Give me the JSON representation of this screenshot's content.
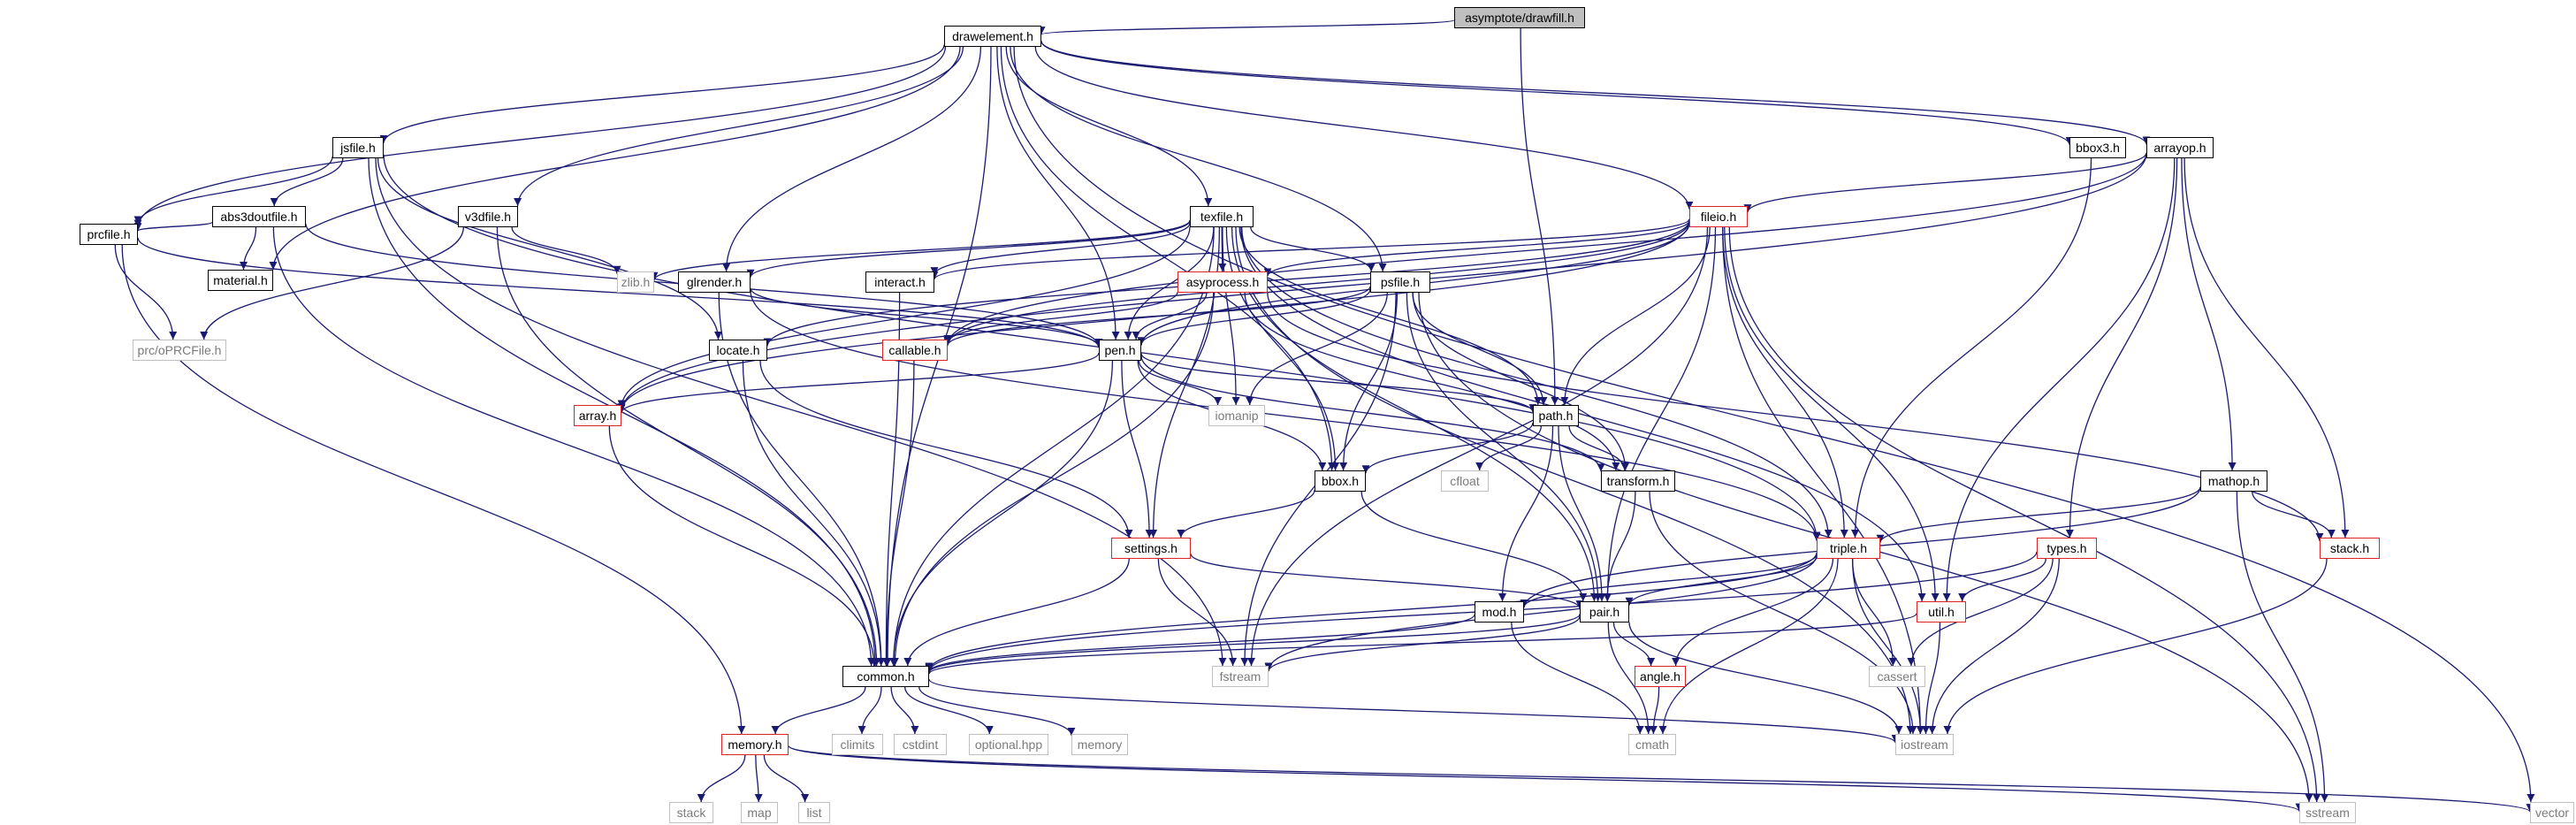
{
  "diagram": {
    "root": "asymptote/drawfill.h",
    "colors": {
      "edge": "#191970",
      "internal_border": "#000000",
      "truncated_border": "#e0232a",
      "external_border": "#bfbfbf",
      "external_text": "#7a7a7a",
      "root_fill": "#bfbfbf"
    },
    "nodes": [
      {
        "id": "drawfill",
        "label": "asymptote/drawfill.h",
        "kind": "root"
      },
      {
        "id": "drawelement",
        "label": "drawelement.h",
        "kind": "internal"
      },
      {
        "id": "jsfile",
        "label": "jsfile.h",
        "kind": "internal"
      },
      {
        "id": "bbox3",
        "label": "bbox3.h",
        "kind": "internal"
      },
      {
        "id": "arrayop",
        "label": "arrayop.h",
        "kind": "internal"
      },
      {
        "id": "abs3doutfile",
        "label": "abs3doutfile.h",
        "kind": "internal"
      },
      {
        "id": "v3dfile",
        "label": "v3dfile.h",
        "kind": "internal"
      },
      {
        "id": "texfile",
        "label": "texfile.h",
        "kind": "internal"
      },
      {
        "id": "fileio",
        "label": "fileio.h",
        "kind": "truncated"
      },
      {
        "id": "prcfile",
        "label": "prcfile.h",
        "kind": "internal"
      },
      {
        "id": "material",
        "label": "material.h",
        "kind": "internal"
      },
      {
        "id": "zlib",
        "label": "zlib.h",
        "kind": "external"
      },
      {
        "id": "glrender",
        "label": "glrender.h",
        "kind": "internal"
      },
      {
        "id": "interact",
        "label": "interact.h",
        "kind": "internal"
      },
      {
        "id": "asyprocess",
        "label": "asyprocess.h",
        "kind": "truncated"
      },
      {
        "id": "psfile",
        "label": "psfile.h",
        "kind": "internal"
      },
      {
        "id": "locate",
        "label": "locate.h",
        "kind": "internal"
      },
      {
        "id": "callable",
        "label": "callable.h",
        "kind": "truncated"
      },
      {
        "id": "pen",
        "label": "pen.h",
        "kind": "internal"
      },
      {
        "id": "oprc",
        "label": "prc/oPRCFile.h",
        "kind": "external"
      },
      {
        "id": "array",
        "label": "array.h",
        "kind": "truncated"
      },
      {
        "id": "iomanip",
        "label": "iomanip",
        "kind": "external"
      },
      {
        "id": "path",
        "label": "path.h",
        "kind": "internal"
      },
      {
        "id": "bbox",
        "label": "bbox.h",
        "kind": "internal"
      },
      {
        "id": "cfloat",
        "label": "cfloat",
        "kind": "external"
      },
      {
        "id": "transform",
        "label": "transform.h",
        "kind": "internal"
      },
      {
        "id": "mathop",
        "label": "mathop.h",
        "kind": "internal"
      },
      {
        "id": "settings",
        "label": "settings.h",
        "kind": "truncated"
      },
      {
        "id": "triple",
        "label": "triple.h",
        "kind": "truncated"
      },
      {
        "id": "types",
        "label": "types.h",
        "kind": "truncated"
      },
      {
        "id": "stack_h",
        "label": "stack.h",
        "kind": "truncated"
      },
      {
        "id": "mod",
        "label": "mod.h",
        "kind": "internal"
      },
      {
        "id": "pair",
        "label": "pair.h",
        "kind": "internal"
      },
      {
        "id": "util",
        "label": "util.h",
        "kind": "truncated"
      },
      {
        "id": "common",
        "label": "common.h",
        "kind": "internal"
      },
      {
        "id": "fstream",
        "label": "fstream",
        "kind": "external"
      },
      {
        "id": "angle",
        "label": "angle.h",
        "kind": "truncated"
      },
      {
        "id": "cassert",
        "label": "cassert",
        "kind": "external"
      },
      {
        "id": "climits",
        "label": "climits",
        "kind": "external"
      },
      {
        "id": "cstdint",
        "label": "cstdint",
        "kind": "external"
      },
      {
        "id": "optional",
        "label": "optional.hpp",
        "kind": "external"
      },
      {
        "id": "memory_std",
        "label": "memory",
        "kind": "external"
      },
      {
        "id": "memory_h",
        "label": "memory.h",
        "kind": "truncated"
      },
      {
        "id": "cmath",
        "label": "cmath",
        "kind": "external"
      },
      {
        "id": "iostream",
        "label": "iostream",
        "kind": "external"
      },
      {
        "id": "stack",
        "label": "stack",
        "kind": "external"
      },
      {
        "id": "map",
        "label": "map",
        "kind": "external"
      },
      {
        "id": "list",
        "label": "list",
        "kind": "external"
      },
      {
        "id": "sstream",
        "label": "sstream",
        "kind": "external"
      },
      {
        "id": "vector",
        "label": "vector",
        "kind": "external"
      }
    ],
    "edges": [
      [
        "drawfill",
        "drawelement"
      ],
      [
        "drawfill",
        "path"
      ],
      [
        "drawelement",
        "jsfile"
      ],
      [
        "drawelement",
        "bbox3"
      ],
      [
        "drawelement",
        "arrayop"
      ],
      [
        "drawelement",
        "v3dfile"
      ],
      [
        "drawelement",
        "texfile"
      ],
      [
        "drawelement",
        "prcfile"
      ],
      [
        "drawelement",
        "material"
      ],
      [
        "drawelement",
        "glrender"
      ],
      [
        "drawelement",
        "psfile"
      ],
      [
        "drawelement",
        "pen"
      ],
      [
        "drawelement",
        "common"
      ],
      [
        "drawelement",
        "bbox"
      ],
      [
        "drawelement",
        "vector"
      ],
      [
        "drawelement",
        "fileio"
      ],
      [
        "jsfile",
        "abs3doutfile"
      ],
      [
        "jsfile",
        "prcfile"
      ],
      [
        "jsfile",
        "common"
      ],
      [
        "jsfile",
        "locate"
      ],
      [
        "jsfile",
        "fstream"
      ],
      [
        "jsfile",
        "triple"
      ],
      [
        "abs3doutfile",
        "prcfile"
      ],
      [
        "abs3doutfile",
        "material"
      ],
      [
        "abs3doutfile",
        "common"
      ],
      [
        "abs3doutfile",
        "pen"
      ],
      [
        "v3dfile",
        "zlib"
      ],
      [
        "v3dfile",
        "oprc"
      ],
      [
        "v3dfile",
        "common"
      ],
      [
        "prcfile",
        "oprc"
      ],
      [
        "prcfile",
        "memory_h"
      ],
      [
        "prcfile",
        "pen"
      ],
      [
        "bbox3",
        "triple"
      ],
      [
        "arrayop",
        "fileio"
      ],
      [
        "arrayop",
        "mathop"
      ],
      [
        "arrayop",
        "types"
      ],
      [
        "arrayop",
        "stack_h"
      ],
      [
        "arrayop",
        "util"
      ],
      [
        "arrayop",
        "array"
      ],
      [
        "arrayop",
        "callable"
      ],
      [
        "texfile",
        "psfile"
      ],
      [
        "texfile",
        "settings"
      ],
      [
        "texfile",
        "pen"
      ],
      [
        "texfile",
        "interact"
      ],
      [
        "texfile",
        "glrender"
      ],
      [
        "texfile",
        "zlib"
      ],
      [
        "texfile",
        "asyprocess"
      ],
      [
        "texfile",
        "iomanip"
      ],
      [
        "texfile",
        "path"
      ],
      [
        "texfile",
        "triple"
      ],
      [
        "texfile",
        "bbox"
      ],
      [
        "texfile",
        "common"
      ],
      [
        "texfile",
        "util"
      ],
      [
        "texfile",
        "pair"
      ],
      [
        "texfile",
        "array"
      ],
      [
        "texfile",
        "iostream"
      ],
      [
        "fileio",
        "fstream"
      ],
      [
        "fileio",
        "iostream"
      ],
      [
        "fileio",
        "sstream"
      ],
      [
        "fileio",
        "pen"
      ],
      [
        "fileio",
        "triple"
      ],
      [
        "fileio",
        "pair"
      ],
      [
        "fileio",
        "interact"
      ],
      [
        "fileio",
        "asyprocess"
      ],
      [
        "fileio",
        "callable"
      ],
      [
        "fileio",
        "locate"
      ],
      [
        "fileio",
        "util"
      ],
      [
        "fileio",
        "path"
      ],
      [
        "fileio",
        "array"
      ],
      [
        "glrender",
        "common"
      ],
      [
        "glrender",
        "triple"
      ],
      [
        "glrender",
        "pen"
      ],
      [
        "interact",
        "common"
      ],
      [
        "asyprocess",
        "pen"
      ],
      [
        "asyprocess",
        "transform"
      ],
      [
        "asyprocess",
        "callable"
      ],
      [
        "asyprocess",
        "common"
      ],
      [
        "asyprocess",
        "stack_h"
      ],
      [
        "psfile",
        "pen"
      ],
      [
        "psfile",
        "iomanip"
      ],
      [
        "psfile",
        "path"
      ],
      [
        "psfile",
        "bbox"
      ],
      [
        "psfile",
        "fstream"
      ],
      [
        "psfile",
        "sstream"
      ],
      [
        "psfile",
        "callable"
      ],
      [
        "psfile",
        "transform"
      ],
      [
        "psfile",
        "pair"
      ],
      [
        "locate",
        "common"
      ],
      [
        "locate",
        "settings"
      ],
      [
        "callable",
        "common"
      ],
      [
        "pen",
        "array"
      ],
      [
        "pen",
        "iomanip"
      ],
      [
        "pen",
        "path"
      ],
      [
        "pen",
        "bbox"
      ],
      [
        "pen",
        "settings"
      ],
      [
        "pen",
        "common"
      ],
      [
        "pen",
        "transform"
      ],
      [
        "array",
        "common"
      ],
      [
        "path",
        "bbox"
      ],
      [
        "path",
        "cfloat"
      ],
      [
        "path",
        "transform"
      ],
      [
        "path",
        "mod"
      ],
      [
        "path",
        "pair"
      ],
      [
        "bbox",
        "settings"
      ],
      [
        "bbox",
        "pair"
      ],
      [
        "transform",
        "pair"
      ],
      [
        "transform",
        "iostream"
      ],
      [
        "mathop",
        "triple"
      ],
      [
        "mathop",
        "stack_h"
      ],
      [
        "mathop",
        "sstream"
      ],
      [
        "mathop",
        "mod"
      ],
      [
        "settings",
        "common"
      ],
      [
        "settings",
        "fstream"
      ],
      [
        "settings",
        "pair"
      ],
      [
        "triple",
        "pair"
      ],
      [
        "triple",
        "common"
      ],
      [
        "triple",
        "angle"
      ],
      [
        "triple",
        "cmath"
      ],
      [
        "triple",
        "cassert"
      ],
      [
        "triple",
        "iostream"
      ],
      [
        "triple",
        "fstream"
      ],
      [
        "triple",
        "mod"
      ],
      [
        "types",
        "util"
      ],
      [
        "types",
        "common"
      ],
      [
        "types",
        "cassert"
      ],
      [
        "types",
        "iostream"
      ],
      [
        "stack_h",
        "iostream"
      ],
      [
        "mod",
        "common"
      ],
      [
        "mod",
        "cmath"
      ],
      [
        "pair",
        "common"
      ],
      [
        "pair",
        "fstream"
      ],
      [
        "pair",
        "angle"
      ],
      [
        "pair",
        "cmath"
      ],
      [
        "pair",
        "iostream"
      ],
      [
        "util",
        "common"
      ],
      [
        "util",
        "iostream"
      ],
      [
        "angle",
        "cmath"
      ],
      [
        "common",
        "memory_h"
      ],
      [
        "common",
        "climits"
      ],
      [
        "common",
        "cstdint"
      ],
      [
        "common",
        "optional"
      ],
      [
        "common",
        "memory_std"
      ],
      [
        "common",
        "iostream"
      ],
      [
        "memory_h",
        "stack"
      ],
      [
        "memory_h",
        "map"
      ],
      [
        "memory_h",
        "list"
      ],
      [
        "memory_h",
        "sstream"
      ],
      [
        "memory_h",
        "vector"
      ]
    ]
  }
}
